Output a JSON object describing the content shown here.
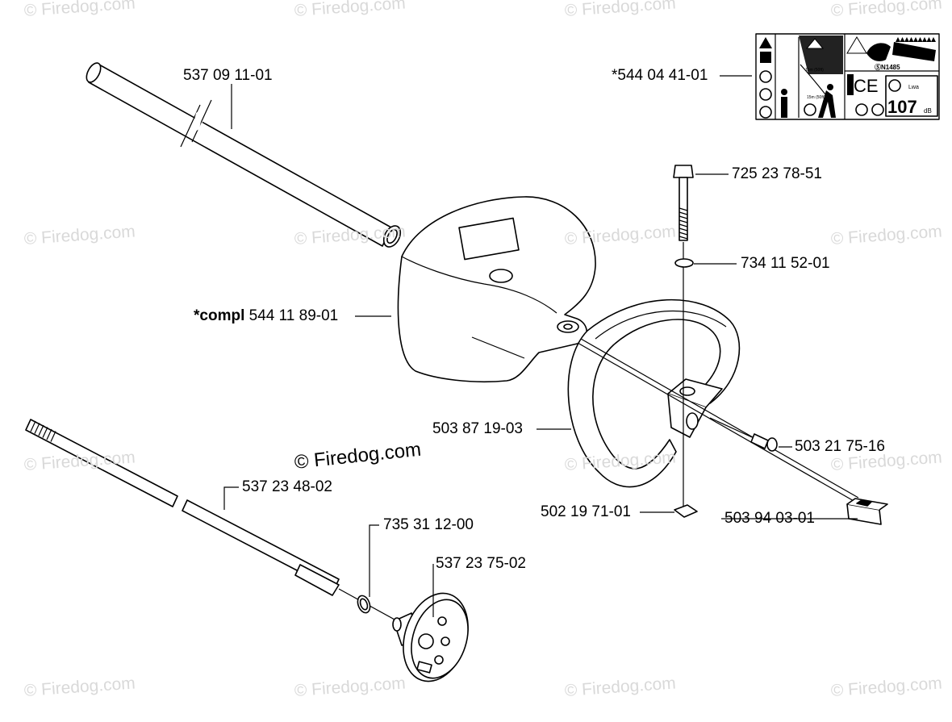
{
  "watermark": "© Firedog.com",
  "watermark_center": "© Firedog.com",
  "parts": {
    "tube": "537 09 11-01",
    "decal": "*544 04 41-01",
    "bolt": "725 23 78-51",
    "washer": "734 11 52-01",
    "guard_prefix": "*compl",
    "guard": "544 11 89-01",
    "handle": "503 87 19-03",
    "screw": "503 21 75-16",
    "driveshaft": "537 23 48-02",
    "nut": "502 19 71-01",
    "oring": "735 31 12-00",
    "clip": "503 94 03-01",
    "clutch_drum": "537 23 75-02"
  },
  "decal_labels": {
    "cert": "ⓈN1485",
    "noise_value": "107",
    "noise_unit": "dB",
    "lwa": "Lwa",
    "ce": "CE",
    "dist1": "15m (50ft)",
    "dist2": "15m (50ft)"
  }
}
